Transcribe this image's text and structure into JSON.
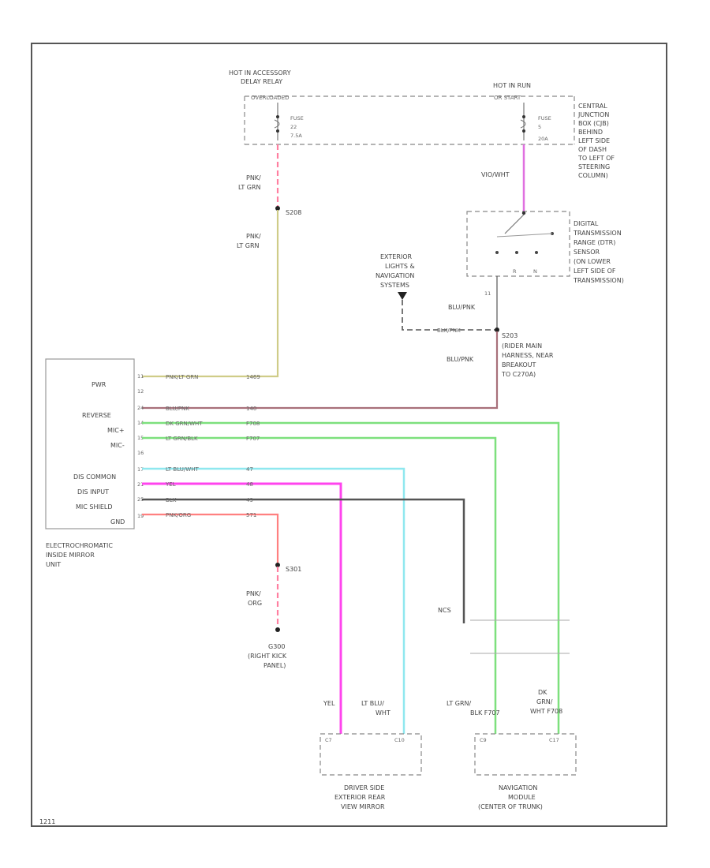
{
  "diagram": {
    "footer_code": "1211",
    "relay": {
      "label": [
        "HOT IN ACCESSORY",
        "DELAY RELAY"
      ],
      "circuit": "OVERLOADED",
      "fuse": [
        "FUSE",
        "22",
        "7.5A"
      ]
    },
    "hotrun": {
      "label": [
        "HOT IN RUN"
      ],
      "circuit": "OR START",
      "fuse": [
        "FUSE",
        "5",
        "20A"
      ]
    },
    "cjb": [
      "CENTRAL",
      "JUNCTION",
      "BOX (CJB)",
      "BEHIND",
      "LEFT SIDE",
      "OF DASH",
      "TO LEFT OF",
      "STEERING",
      "COLUMN)"
    ],
    "upper_wire_pink": [
      "PNK/",
      "LT GRN"
    ],
    "splice_s208": "S208",
    "lower_wire_pink": [
      "PNK/",
      "LT GRN"
    ],
    "vio_wht": "VIO/WHT",
    "dtr": [
      "DIGITAL",
      "TRANSMISSION",
      "RANGE (DTR)",
      "SENSOR",
      "(ON LOWER",
      "LEFT SIDE OF",
      "TRANSMISSION)"
    ],
    "dtr_pins": [
      "R",
      "N"
    ],
    "dtr_pin_num": "11",
    "ext_lights": [
      "EXTERIOR",
      "LIGHTS &",
      "NAVIGATION",
      "SYSTEMS"
    ],
    "blk_pnk_dash": "BLK/PNK",
    "blu_pnk_1": "BLU/PNK",
    "splice_s203": "S203",
    "s203_desc": [
      "(RIDER MAIN",
      "HARNESS, NEAR",
      "BREAKOUT",
      "TO C270A)"
    ],
    "blu_pnk_2": "BLU/PNK",
    "mirror_pins": [
      "PWR",
      "REVERSE",
      "MIC+",
      "MIC-",
      "DIS COMMON",
      "DIS INPUT",
      "MIC SHIELD",
      "GND"
    ],
    "mirror_pin_nums": [
      "11",
      "12",
      "24",
      "14",
      "15",
      "16",
      "17",
      "21",
      "25",
      "19"
    ],
    "mirror_unit": [
      "ELECTROCHROMATIC",
      "INSIDE MIRROR",
      "UNIT"
    ],
    "wire_rows": [
      {
        "color": "PNK/LT GRN",
        "circuit": "1469"
      },
      {
        "color": "BLU/PNK",
        "circuit": "140"
      },
      {
        "color": "DK GRN/WHT",
        "circuit": "F708"
      },
      {
        "color": "LT GRN/BLK",
        "circuit": "F707"
      },
      {
        "color": "LT BLU/WHT",
        "circuit": "47"
      },
      {
        "color": "YEL",
        "circuit": "48"
      },
      {
        "color": "BLK",
        "circuit": "49"
      },
      {
        "color": "PNK/ORG",
        "circuit": "571"
      }
    ],
    "splice_s301": "S301",
    "ground_wire": [
      "PNK/",
      "ORG"
    ],
    "ground": [
      "G300",
      "(RIGHT KICK",
      "PANEL)"
    ],
    "ncs": "NCS",
    "bottom_wire_labels": [
      [
        "YEL"
      ],
      [
        "LT BLU/",
        "WHT"
      ],
      [
        "LT GRN/",
        "BLK F707"
      ],
      [
        "DK",
        "GRN/",
        "WHT F708"
      ]
    ],
    "driver_mirror_pins": [
      "C7",
      "C10"
    ],
    "nav_pins": [
      "C9",
      "C17"
    ],
    "driver_mirror": [
      "DRIVER SIDE",
      "EXTERIOR REAR",
      "VIEW MIRROR"
    ],
    "nav_module": [
      "NAVIGATION",
      "MODULE",
      "(CENTER OF TRUNK)"
    ]
  }
}
